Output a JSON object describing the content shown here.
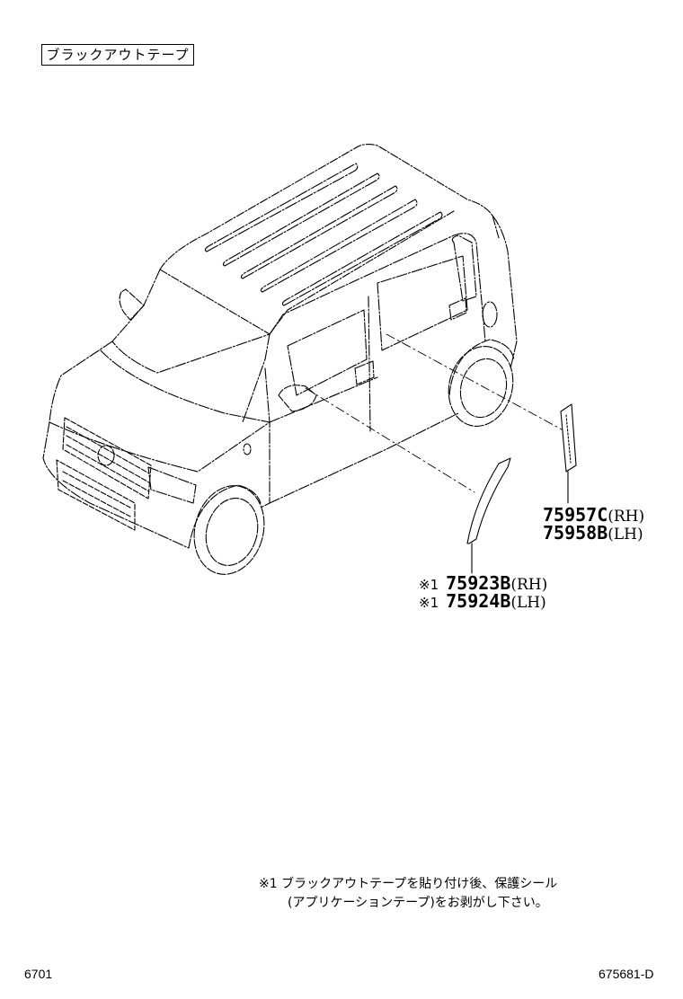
{
  "header": {
    "title_box": "ブラックアウトテープ"
  },
  "parts": [
    {
      "mark": "",
      "number": "75957C",
      "side": "(RH)"
    },
    {
      "mark": "",
      "number": "75958B",
      "side": "(LH)"
    },
    {
      "mark": "※1",
      "number": "75923B",
      "side": "(RH)"
    },
    {
      "mark": "※1",
      "number": "75924B",
      "side": "(LH)"
    }
  ],
  "footnote": {
    "line1": "※1  ブラックアウトテープを貼り付け後、保護シール",
    "line2": "(アプリケーションテープ)をお剥がし下さい。"
  },
  "footer": {
    "left_code": "6701",
    "right_code": "675681-D"
  },
  "colors": {
    "line": "#000000",
    "background": "#ffffff"
  }
}
